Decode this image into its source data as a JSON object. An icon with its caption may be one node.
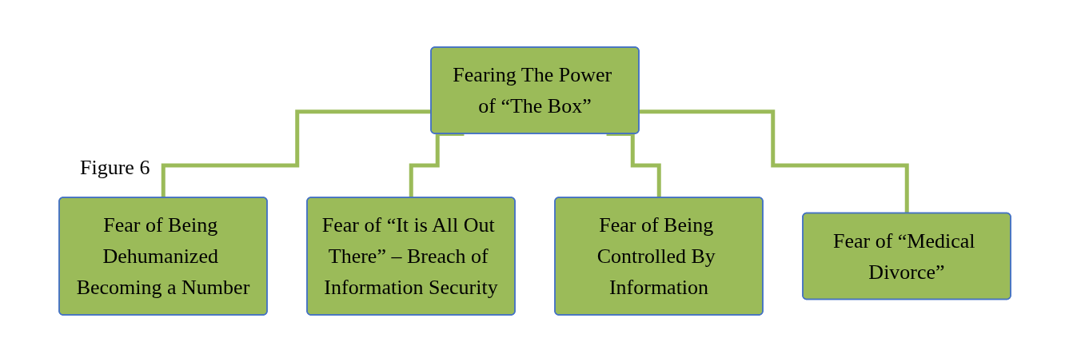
{
  "diagram": {
    "nodes": [
      {
        "text": [
          "Fearing The Power of “The Box”"
        ]
      },
      {
        "text": [
          "Fear of Being Dehumanized Becoming a Number"
        ]
      },
      {
        "text": [
          "Fear of “It is All Out There” – Breach of Information Security"
        ]
      },
      {
        "text": [
          "Fear of Being Controlled By Information"
        ]
      },
      {
        "text": [
          "Fear of “Medical Divorce”"
        ]
      }
    ],
    "edges": [
      {
        "from": 0,
        "to": 1,
        "arrow": "none"
      },
      {
        "from": 0,
        "to": 2,
        "arrow": "none"
      },
      {
        "from": 0,
        "to": 3,
        "arrow": "none"
      },
      {
        "from": 0,
        "to": 4,
        "arrow": "none"
      }
    ],
    "labels": [
      "Figure 6"
    ]
  }
}
